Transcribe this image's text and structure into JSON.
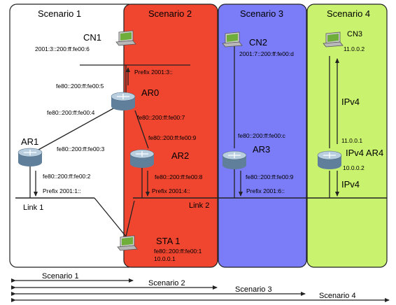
{
  "panels": [
    {
      "title": "Scenario 1",
      "color": "#ffffff"
    },
    {
      "title": "Scenario 2",
      "color": "#f0462f"
    },
    {
      "title": "Scenario 3",
      "color": "#7a7cf8"
    },
    {
      "title": "Scenario 4",
      "color": "#c9f26f"
    }
  ],
  "nodes": {
    "cn1": {
      "name": "CN1",
      "addr": "2001:3::200:ff:fe00:6"
    },
    "cn2": {
      "name": "CN2",
      "addr": "2001:7::200:ff:fe00:d"
    },
    "cn3": {
      "name": "CN3",
      "addr": "11.0.0.2"
    },
    "ar0": {
      "name": "AR0",
      "addr_up": "fe80::200:ff:fe00:5",
      "addr_left": "fe80::200:ff:fe00:4",
      "addr_right": "fe80::200:ff:fe00:7"
    },
    "ar1": {
      "name": "AR1",
      "addr_right": "fe80::200:ff:fe00:3",
      "addr_down": "fe80::200:ff:fe00:2"
    },
    "ar2": {
      "name": "AR2",
      "addr_up": "fe80::200:ff:fe00:9",
      "addr_down": "fe80::200:ff:fe00:8"
    },
    "ar3": {
      "name": "AR3",
      "addr_up": "fe80::200:ff:fe00:c",
      "addr_down": "fe80::200:ff:fe00:9"
    },
    "ar4": {
      "name": "IPv4 AR4",
      "addr_up": "11.0.0.1",
      "addr_down": "10.0.0.2"
    },
    "sta1": {
      "name": "STA 1",
      "addr1": "fe80::200:ff:fe00:1",
      "addr2": "10.0.0.1"
    }
  },
  "prefixes": {
    "p3": "Prefix 2001:3::",
    "p1": "Prefix 2001:1::",
    "p4": "Prefix 2001:4::",
    "p6": "Prefix 2001:6::"
  },
  "links": {
    "link1": "Link 1",
    "link2": "Link 2"
  },
  "ipv4": {
    "upper": "IPv4",
    "lower": "IPv4"
  },
  "scenario_arrows": [
    {
      "label": "Scenario 1"
    },
    {
      "label": "Scenario 2"
    },
    {
      "label": "Scenario 3"
    },
    {
      "label": "Scenario 4"
    }
  ],
  "colors": {
    "stroke": "#222222",
    "router_top": "#b9cfe0",
    "router_side": "#5f7f9b",
    "laptop_screen": "#6fae3a",
    "laptop_body": "#cfcfcf"
  }
}
